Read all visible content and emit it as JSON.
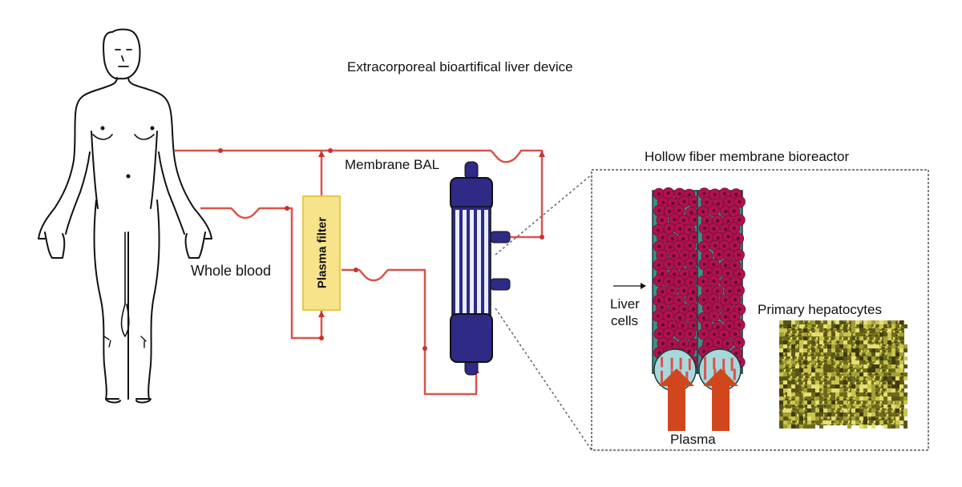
{
  "diagram": {
    "title": "Extracorporeal bioartifical liver device",
    "labels": {
      "whole_blood": "Whole blood",
      "plasma_filter": "Plasma filter",
      "membrane_bal": "Membrane BAL",
      "bioreactor_title": "Hollow fiber membrane bioreactor",
      "liver_cells_line1": "Liver",
      "liver_cells_line2": "cells",
      "plasma": "Plasma",
      "primary_hepatocytes": "Primary hepatocytes"
    },
    "colors": {
      "tubing": "#d9534a",
      "tubing_dark": "#c9302c",
      "plasma_filter_fill": "#f7e38a",
      "plasma_filter_border": "#e8c84a",
      "bal_body": "#2e2a86",
      "bal_stripe": "#e8eefb",
      "cell_fill": "#b0124f",
      "cell_nucleus": "#5a0a2a",
      "fiber_fill": "#3f8f8a",
      "lumen_fill": "#a8d8dc",
      "plasma_arrow": "#d2461e",
      "hepatocyte_base": "#8a8a2a",
      "dotted_border": "#555555"
    },
    "components": [
      "human-body",
      "plasma-filter",
      "membrane-bal-cartridge",
      "hollow-fiber-bioreactor-detail",
      "primary-hepatocytes-micrograph"
    ]
  }
}
